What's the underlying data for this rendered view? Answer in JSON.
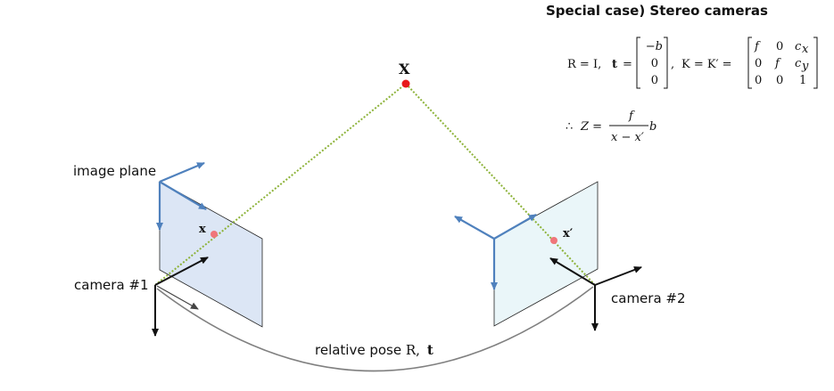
{
  "title": "Special case) Stereo cameras",
  "labels": {
    "point_X": "X",
    "proj_x": "x",
    "proj_x_prime": "x′",
    "image_plane": "image plane",
    "camera1": "camera #1",
    "camera2": "camera #2",
    "relative_pose_prefix": "relative pose ",
    "relative_pose_R": "R,",
    "relative_pose_t": "t"
  },
  "equations": {
    "eq1_lhs": "R = I,",
    "eq1_t": "t",
    "eq1_eq": "=",
    "t_vector": [
      "−b",
      "0",
      "0"
    ],
    "eq1_sep": ",",
    "eq1_K": "K = K′ =",
    "K_matrix": [
      [
        "f",
        "0",
        "c"
      ],
      [
        "0",
        "f",
        "c"
      ],
      [
        "0",
        "0",
        "1"
      ]
    ],
    "K_sub": [
      "x",
      "y"
    ],
    "eq2_therefore": "∴",
    "eq2_Z": "Z =",
    "eq2_num": "f",
    "eq2_den": "x − x′",
    "eq2_b": "b"
  },
  "colors": {
    "axis_blue": "#4f81bd",
    "axis_black": "#111111",
    "plane_left_fill": "#dce6f5",
    "plane_right_fill": "#eaf6f9",
    "ray_green": "#8db33a",
    "point_red": "#e8191b",
    "proj_point": "#f0767a",
    "curve_gray": "#808080"
  }
}
